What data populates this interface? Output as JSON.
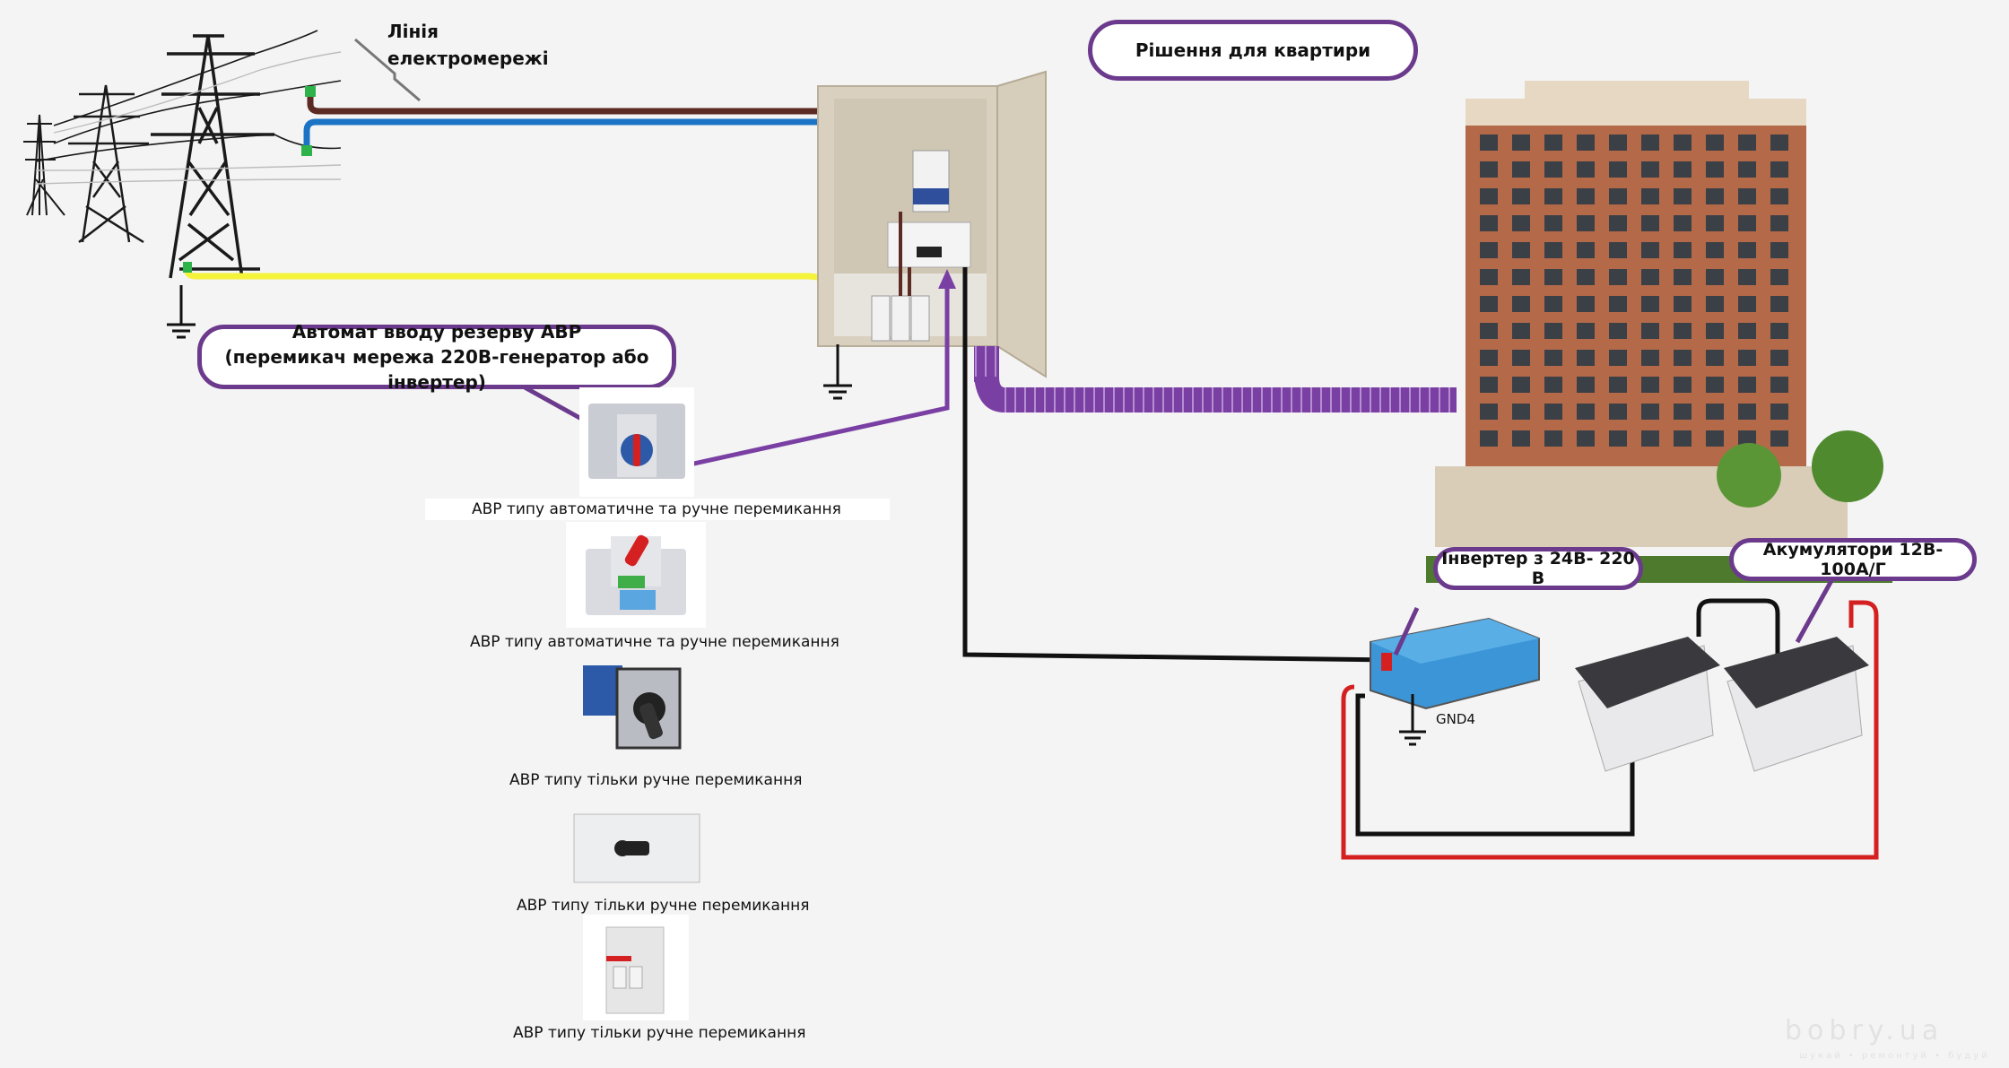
{
  "title": "Рішення для квартири",
  "power_line_label": [
    "Лінія",
    "електромережі"
  ],
  "ats_callout": {
    "line1": "Автомат вводу резерву АВР",
    "line2": "(перемикач мережа 220В-генератор або інвертер)"
  },
  "ats_options": [
    {
      "name": "ats-auto-manual-1",
      "caption": "АВР  типу автоматичне та ручне  перемикання"
    },
    {
      "name": "ats-auto-manual-2",
      "caption": "АВР  типу автоматичне та ручне  перемикання"
    },
    {
      "name": "ats-manual-rotary",
      "caption": "АВР  типу тільки ручне  перемикання"
    },
    {
      "name": "ats-manual-changeover",
      "caption": "АВР  типу тільки ручне  перемикання"
    },
    {
      "name": "ats-manual-modular",
      "caption": "АВР  типу тільки ручне  перемикання"
    }
  ],
  "inverter_callout": "Інвертер з 24В- 220 В",
  "battery_callout": "Акумулятори 12В- 100А/Г",
  "ground_label": "GND4",
  "watermark": {
    "brand": "bobry.ua",
    "tagline": "шукай • ремонтуй • будуй"
  },
  "colors": {
    "accent_purple": "#6b3a8c",
    "phase_wire": "#5c2a22",
    "neutral_wire": "#1a73c4",
    "earth_wire": "#f5f23a",
    "dc_positive": "#d42020",
    "dc_negative": "#111111"
  }
}
